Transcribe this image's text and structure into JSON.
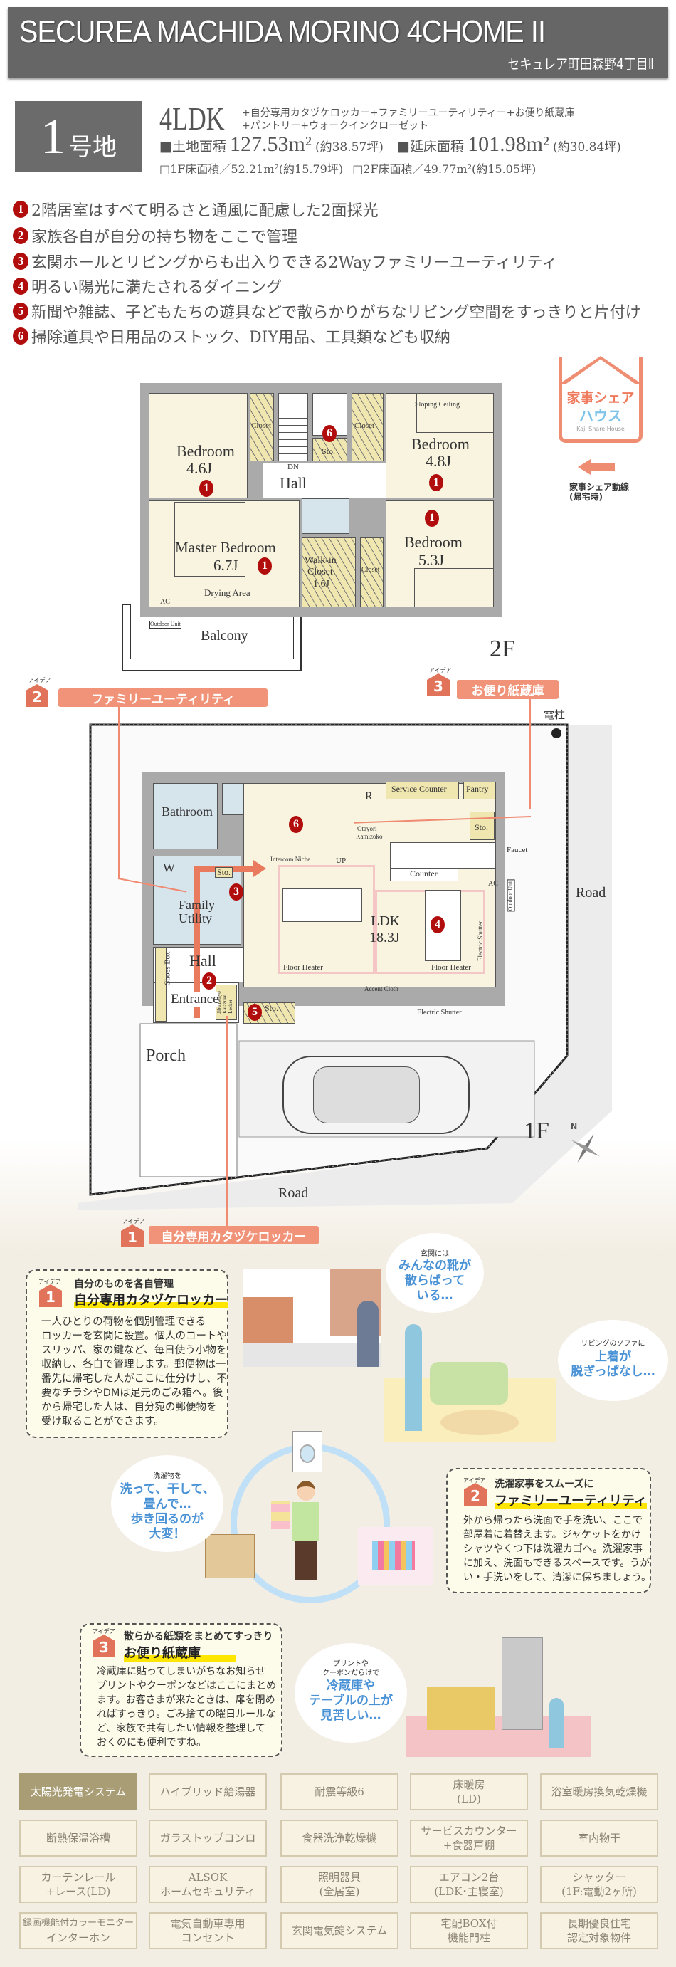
{
  "header": {
    "title": "SECUREA MACHIDA MORINO 4CHOME II",
    "subtitle": "セキュレア町田森野4丁目Ⅱ"
  },
  "lot": {
    "number": "1",
    "suffix": "号地",
    "layout": "4LDK",
    "extras_line1": "+自分専用カタヅケロッカー+ファミリーユーティリティー+お便り紙蔵庫",
    "extras_line2": "+パントリー+ウォークインクローゼット",
    "land_label": "■土地面積",
    "land_value": "127.53m²",
    "land_tsubo": "(約38.57坪)",
    "floor_label": "■延床面積",
    "floor_value": "101.98m²",
    "floor_tsubo": "(約30.84坪)",
    "f1": "□1F床面積／52.21m²(約15.79坪)",
    "f2": "□2F床面積／49.77m²(約15.05坪)"
  },
  "features": [
    {
      "num": "1",
      "text": "2階居室はすべて明るさと通風に配慮した2面採光"
    },
    {
      "num": "2",
      "text": "家族各自が自分の持ち物をここで管理"
    },
    {
      "num": "3",
      "text": "玄関ホールとリビングからも出入りできる2Wayファミリーユーティリティ"
    },
    {
      "num": "4",
      "text": "明るい陽光に満たされるダイニング"
    },
    {
      "num": "5",
      "text": "新聞や雑誌、子どもたちの遊具などで散らかりがちなリビング空間をすっきりと片付け"
    },
    {
      "num": "6",
      "text": "掃除道具や日用品のストック、DIY用品、工具類なども収納"
    }
  ],
  "logo": {
    "line1": "家事シェア",
    "line2": "ハウス",
    "line3": "Kaji Share House",
    "legend1": "家事シェア動線",
    "legend2": "(帰宅時)"
  },
  "plan2f": {
    "floor": "2F",
    "bed1": "Bedroom",
    "bed1_size": "4.6J",
    "bed2": "Bedroom",
    "bed2_size": "4.8J",
    "master": "Master Bedroom",
    "master_size": "6.7J",
    "bed3": "Bedroom",
    "bed3_size": "5.3J",
    "closet": "Closet",
    "sto": "Sto.",
    "hall": "Hall",
    "dn": "DN",
    "sloping": "Sloping Ceiling",
    "drying": "Drying Area",
    "wic1": "Walk-in",
    "wic2": "Closet",
    "wic_size": "1.6J",
    "ac": "AC",
    "outdoor": "Outdoor Unit",
    "balcony": "Balcony",
    "m1": "1",
    "m6": "6"
  },
  "plan1f": {
    "floor": "1F",
    "bathroom": "Bathroom",
    "w": "W",
    "sto": "Sto.",
    "family": "Family",
    "utility": "Utility",
    "hall": "Hall",
    "shoes": "Shoes Box",
    "entrance": "Entrance",
    "locker1": "Jibunsenyo",
    "locker2": "Katazuke",
    "locker3": "Locker",
    "porch": "Porch",
    "r": "R",
    "service": "Service Counter",
    "pantry": "Pantry",
    "otayori1": "Otayori",
    "otayori2": "Kamizoko",
    "intercom": "Intercom Niche",
    "up": "UP",
    "counter": "Counter",
    "ldk": "LDK",
    "ldk_size": "18.3J",
    "heater": "Floor Heater",
    "accent": "Accent Cloth",
    "shutter": "Electric Shutter",
    "shutter_v": "Electric Shutter",
    "faucet": "Faucet",
    "outdoor": "Outdoor Unit",
    "ac": "AC",
    "road": "Road",
    "pole": "電柱",
    "m2": "2",
    "m3": "3",
    "m4": "4",
    "m5": "5",
    "m6": "6"
  },
  "callouts": {
    "ruby": "アイデア",
    "c1_num": "1",
    "c1": "自分専用カタヅケロッカー",
    "c2_num": "2",
    "c2": "ファミリーユーティリティ",
    "c3_num": "3",
    "c3": "お便り紙蔵庫"
  },
  "idea1": {
    "num": "1",
    "sub": "自分のものを各自管理",
    "title": "自分専用カタヅケロッカー",
    "body": [
      "一人ひとりの荷物を個別管理できる",
      "ロッカーを玄関に設置。個人のコートや",
      "スリッパ、家の鍵など、毎日使う小物を",
      "収納し、各自で管理します。郵便物は一",
      "番先に帰宅した人がここに仕分けし、不",
      "要なチラシやDMは足元のごみ箱へ。後",
      "から帰宅した人は、自分宛の郵便物を",
      "受け取ることができます。"
    ]
  },
  "bubble1": {
    "small": "玄関には",
    "lines": [
      "みんなの靴が",
      "散らばって",
      "いる…"
    ]
  },
  "bubble2": {
    "small": "リビングのソファに",
    "lines": [
      "上着が",
      "脱ぎっぱなし…"
    ]
  },
  "bubble3": {
    "small": "洗濯物を",
    "lines": [
      "洗って、干して、",
      "畳んで…",
      "歩き回るのが",
      "大変！"
    ]
  },
  "idea2": {
    "num": "2",
    "sub": "洗濯家事をスムーズに",
    "title": "ファミリーユーティリティ",
    "body": [
      "外から帰ったら洗面で手を洗い、ここで",
      "部屋着に着替えます。ジャケットをかけ",
      "シャツやくつ下は洗濯カゴへ。洗濯家事",
      "に加え、洗面もできるスペースです。うが",
      "い・手洗いをして、清潔に保ちましょう。"
    ]
  },
  "idea3": {
    "num": "3",
    "sub": "散らかる紙類をまとめてすっきり",
    "title": "お便り紙蔵庫",
    "body": [
      "冷蔵庫に貼ってしまいがちなお知らせ",
      "プリントやクーポンなどはここにまとめ",
      "ます。お客さまが来たときは、扉を閉め",
      "ればすっきり。ごみ捨ての曜日ルールな",
      "ど、家族で共有したい情報を整理して",
      "おくのにも便利ですね。"
    ]
  },
  "bubble4": {
    "small1": "プリントや",
    "small2": "クーポンだらけで",
    "lines": [
      "冷蔵庫や",
      "テーブルの上が",
      "見苦しい…"
    ]
  },
  "equipment": [
    [
      "太陽光発電システム"
    ],
    [
      "ハイブリッド給湯器"
    ],
    [
      "耐震等級6"
    ],
    [
      "床暖房",
      "(LD)"
    ],
    [
      "浴室暖房換気乾燥機"
    ],
    [
      "断熱保温浴槽"
    ],
    [
      "ガラストップコンロ"
    ],
    [
      "食器洗浄乾燥機"
    ],
    [
      "サービスカウンター",
      "+食器戸棚"
    ],
    [
      "室内物干"
    ],
    [
      "カーテンレール",
      "+レース(LD)"
    ],
    [
      "ALSOK",
      "ホームセキュリティ"
    ],
    [
      "照明器具",
      "(全居室)"
    ],
    [
      "エアコン2台",
      "(LDK･主寝室)"
    ],
    [
      "シャッター",
      "(1F:電動2ヶ所)"
    ],
    [
      "録画機能付カラーモニター",
      "インターホン"
    ],
    [
      "電気自動車専用",
      "コンセント"
    ],
    [
      "玄関電気錠システム"
    ],
    [
      "宅配BOX付",
      "機能門柱"
    ],
    [
      "長期優良住宅",
      "認定対象物件"
    ]
  ],
  "colors": {
    "header": "#666666",
    "accent_red": "#b10d0d",
    "callout": "#f09378",
    "highlight": "#a99d75"
  }
}
